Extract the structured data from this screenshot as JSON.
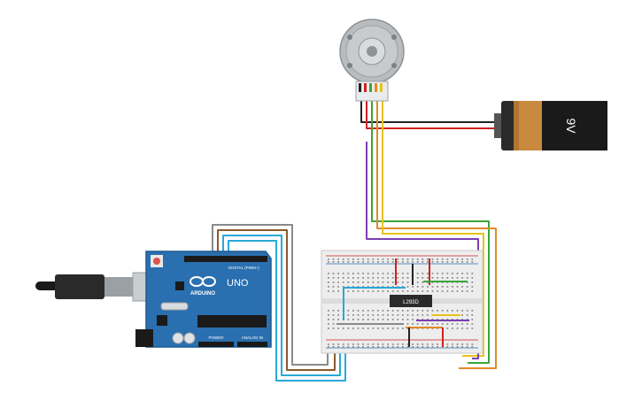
{
  "battery": {
    "label": "9V",
    "color_body": "#c98a3f",
    "color_cap": "#2a2a2a"
  },
  "arduino": {
    "logo_text": "ARDUINO",
    "model_text": "UNO",
    "digital_label": "DIGITAL (PWM~)",
    "power_label": "POWER",
    "analog_label": "ANALOG IN",
    "board_color": "#2a6fb0"
  },
  "driver_chip": {
    "label": "L293D"
  },
  "motor": {
    "color": "#b8bcbf"
  },
  "wire_colors": {
    "red": "#d11f1f",
    "black": "#222222",
    "yellow": "#e6c21a",
    "orange": "#e08a2a",
    "green": "#3aa63a",
    "purple": "#7a3fb0",
    "brown": "#8a5a2b",
    "cyan": "#29a8d8",
    "gray": "#8a8a8a"
  }
}
